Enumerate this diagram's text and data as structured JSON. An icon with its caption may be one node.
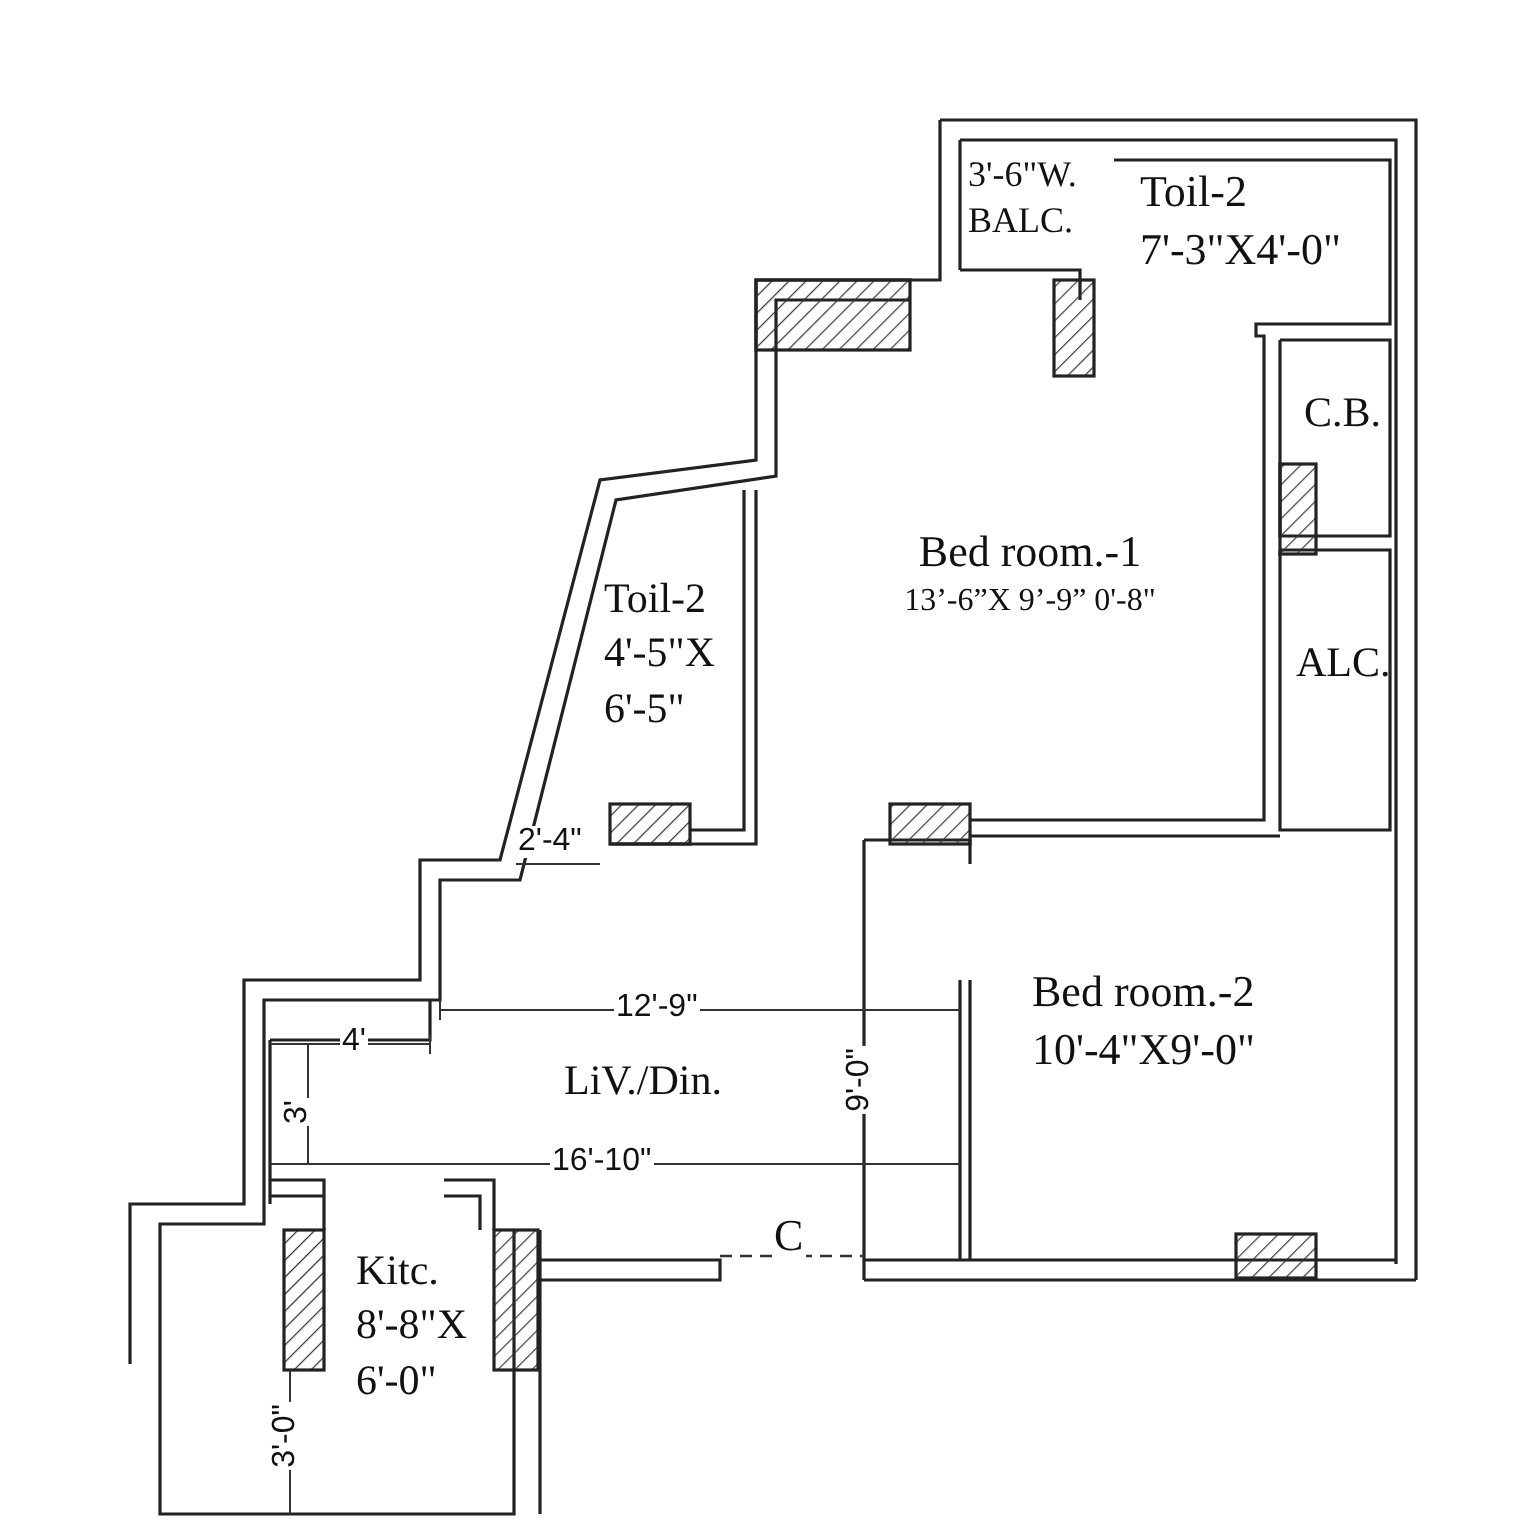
{
  "diagram": {
    "nodes": [
      {
        "text": [
          "3'-6\"W.",
          "BALC."
        ]
      },
      {
        "text": [
          "Toil-2",
          "7'-3\"X4'-0\""
        ]
      },
      {
        "text": [
          "C.B."
        ]
      },
      {
        "text": [
          "Bed room.-1",
          "13’-6”X 9’-9” 0'-8\""
        ]
      },
      {
        "text": [
          "ALC."
        ]
      },
      {
        "text": [
          "Toil-2",
          "4'-5\"X 6'-5\""
        ]
      },
      {
        "text": [
          "LiV./Din."
        ]
      },
      {
        "text": [
          "Bed room.-2",
          "10'-4\"X9'-0\""
        ]
      },
      {
        "text": [
          "Kitc.",
          "8'-8\"X 6'-0\""
        ]
      }
    ],
    "labels": [
      "2'-4\"",
      "12'-9\"",
      "4'",
      "3'",
      "9'-0\"",
      "16'-10\"",
      "C",
      "3'-0\""
    ]
  }
}
